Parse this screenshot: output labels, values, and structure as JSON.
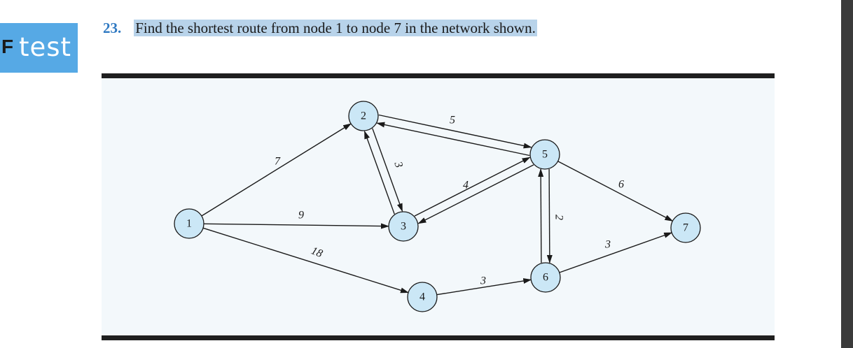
{
  "logo": {
    "prefix": "F",
    "text": "test"
  },
  "problem": {
    "number": "23.",
    "text": "Find the shortest route from node 1 to node 7 in the network shown."
  },
  "network": {
    "nodes": [
      {
        "id": "1",
        "label": "1"
      },
      {
        "id": "2",
        "label": "2"
      },
      {
        "id": "3",
        "label": "3"
      },
      {
        "id": "4",
        "label": "4"
      },
      {
        "id": "5",
        "label": "5"
      },
      {
        "id": "6",
        "label": "6"
      },
      {
        "id": "7",
        "label": "7"
      }
    ],
    "edges": [
      {
        "from": "1",
        "to": "2",
        "weight": "7"
      },
      {
        "from": "1",
        "to": "3",
        "weight": "9"
      },
      {
        "from": "1",
        "to": "4",
        "weight": "18"
      },
      {
        "from": "2",
        "to": "3",
        "weight": "3"
      },
      {
        "from": "3",
        "to": "2",
        "weight": ""
      },
      {
        "from": "2",
        "to": "5",
        "weight": "5"
      },
      {
        "from": "5",
        "to": "2",
        "weight": ""
      },
      {
        "from": "3",
        "to": "5",
        "weight": "4"
      },
      {
        "from": "5",
        "to": "3",
        "weight": ""
      },
      {
        "from": "4",
        "to": "6",
        "weight": "3"
      },
      {
        "from": "5",
        "to": "6",
        "weight": "2"
      },
      {
        "from": "6",
        "to": "5",
        "weight": ""
      },
      {
        "from": "5",
        "to": "7",
        "weight": "6"
      },
      {
        "from": "6",
        "to": "7",
        "weight": "3"
      }
    ]
  }
}
